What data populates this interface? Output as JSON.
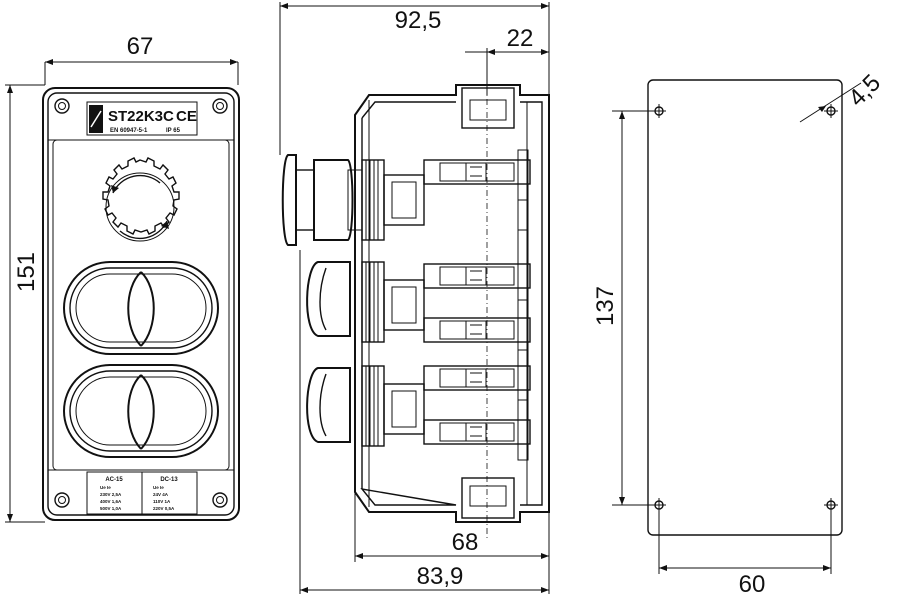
{
  "dimensions": {
    "front_width": "67",
    "front_height": "151",
    "side_total_depth": "92,5",
    "side_top_offset": "22",
    "side_body_depth": "68",
    "side_overall_depth": "83,9",
    "mount_hole_spacing_v": "137",
    "mount_hole_spacing_h": "60",
    "mount_hole_diameter": "4,5"
  },
  "front_label": {
    "model": "ST22K3C",
    "ce_mark": "CE",
    "standard": "EN 60947-5-1",
    "ip_rating": "IP 65"
  },
  "rating_plate": {
    "ac_title": "AC-15",
    "dc_title": "DC-13",
    "ac_header": "Ue    Ie",
    "dc_header": "Ue    Ie",
    "ac_rows": [
      "230V  2,5A",
      "400V  1,6A",
      "500V  1,0A"
    ],
    "dc_rows": [
      "24V   4A",
      "110V  1A",
      "220V  0,5A"
    ]
  }
}
